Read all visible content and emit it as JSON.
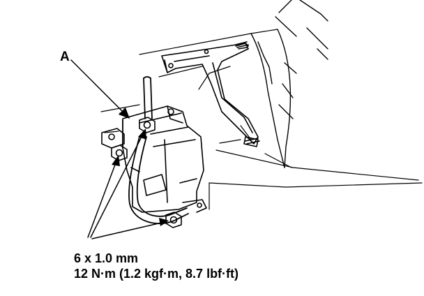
{
  "callouts": {
    "part_label": "A"
  },
  "specification": {
    "bolt_size": "6 x 1.0 mm",
    "torque": "12 N·m (1.2 kgf·m, 8.7 lbf·ft)"
  },
  "colors": {
    "ink": "#000000",
    "paper": "#ffffff"
  }
}
